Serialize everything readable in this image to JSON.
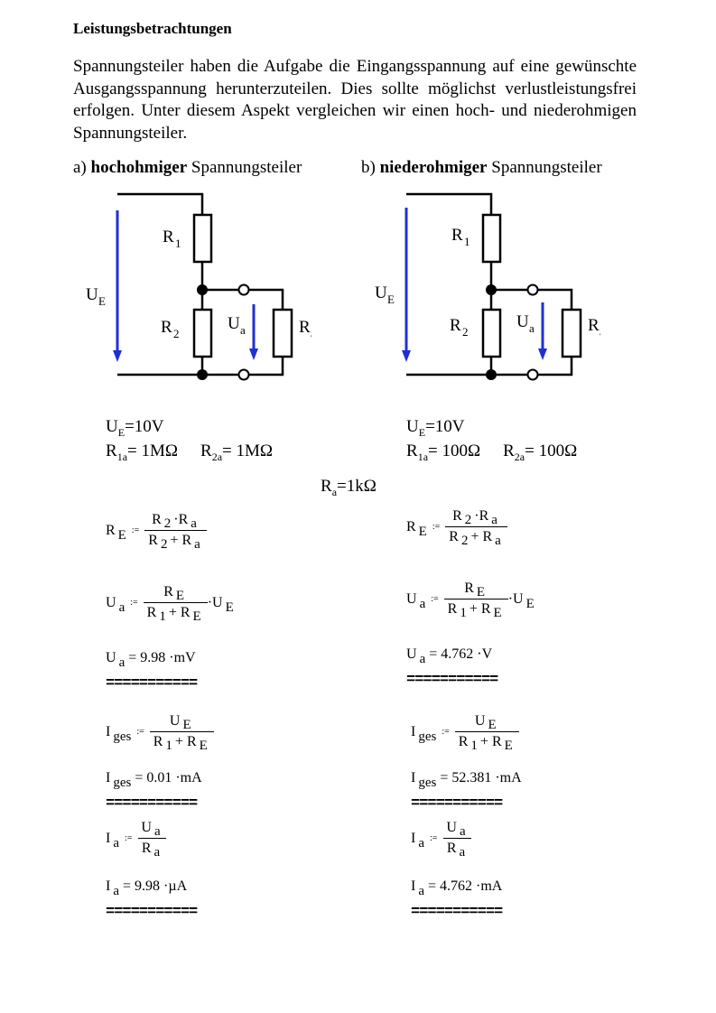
{
  "heading": "Leistungsbetrachtungen",
  "intro": "Spannungsteiler haben die Aufgabe die Eingangsspannung auf eine gewünschte Ausgangsspannung herunterzuteilen. Dies sollte möglichst verlustleistungsfrei erfolgen. Unter diesem Aspekt vergleichen wir einen hoch- und niederohmigen Spannungsteiler.",
  "caption_a": {
    "prefix": "a) ",
    "bold": "hochohmiger",
    "suffix": " Spannungsteiler"
  },
  "caption_b": {
    "prefix": "b) ",
    "bold": "niederohmiger",
    "suffix": " Spannungsteiler"
  },
  "circuit_labels": {
    "ue": "U",
    "ue_sub": "E",
    "r1": "R",
    "r1_sub": "1",
    "r2": "R",
    "r2_sub": "2",
    "ua": "U",
    "ua_sub": "a",
    "ra": "R",
    "ra_sub": "a"
  },
  "arrow_color": "#1f2fd6",
  "given_a": {
    "ue": "10V",
    "r1a": "1MΩ",
    "r2a": "1MΩ"
  },
  "given_b": {
    "ue": "10V",
    "r1a": "100Ω",
    "r2a": "100Ω"
  },
  "ra_value": "1kΩ",
  "results_a": {
    "ua": "= 9.98 ·mV",
    "iges": "= 0.01 ·mA",
    "ia": "= 9.98 ·µA"
  },
  "results_b": {
    "ua": "= 4.762 ·V",
    "iges": "= 52.381 ·mA",
    "ia": "= 4.762 ·mA"
  },
  "assign_symbol": ":=",
  "separator": "==========="
}
